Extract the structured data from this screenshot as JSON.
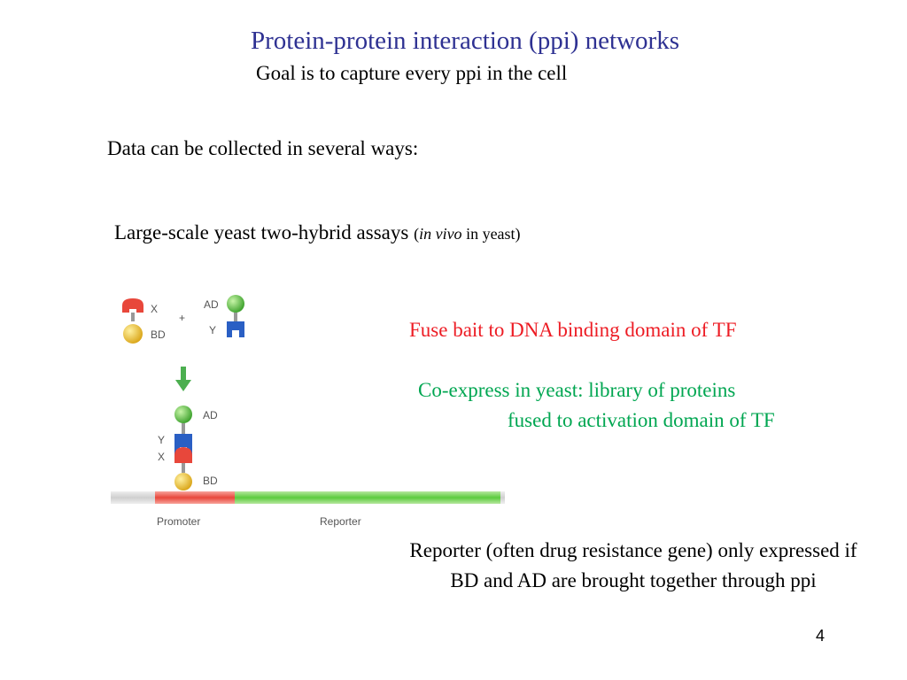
{
  "slide": {
    "title": "Protein-protein interaction (ppi) networks",
    "subtitle": "Goal is to capture every ppi in the cell",
    "intro": "Data can be collected in several ways:",
    "method": {
      "main": "Large-scale yeast two-hybrid assays ",
      "paren_open": "(",
      "paren_italic": "in vivo",
      "paren_rest": " in yeast)"
    },
    "step1": "Fuse bait to DNA binding domain of TF",
    "step2_line1": "Co-express in yeast:  library of proteins",
    "step2_line2": "fused to activation domain of TF",
    "reporter_note": "Reporter (often drug resistance gene) only expressed if BD and AD are brought together through ppi",
    "page_number": "4"
  },
  "diagram": {
    "labels": {
      "x": "X",
      "bd": "BD",
      "plus": "+",
      "ad": "AD",
      "y": "Y",
      "promoter": "Promoter",
      "reporter": "Reporter"
    },
    "colors": {
      "bait_red": "#e8473b",
      "bd_yellow": "#e8b820",
      "ad_green": "#4cbb3a",
      "prey_blue": "#2a5fc4",
      "arrow_green": "#4caf50",
      "dna_gray": "#c8c8c8"
    }
  }
}
